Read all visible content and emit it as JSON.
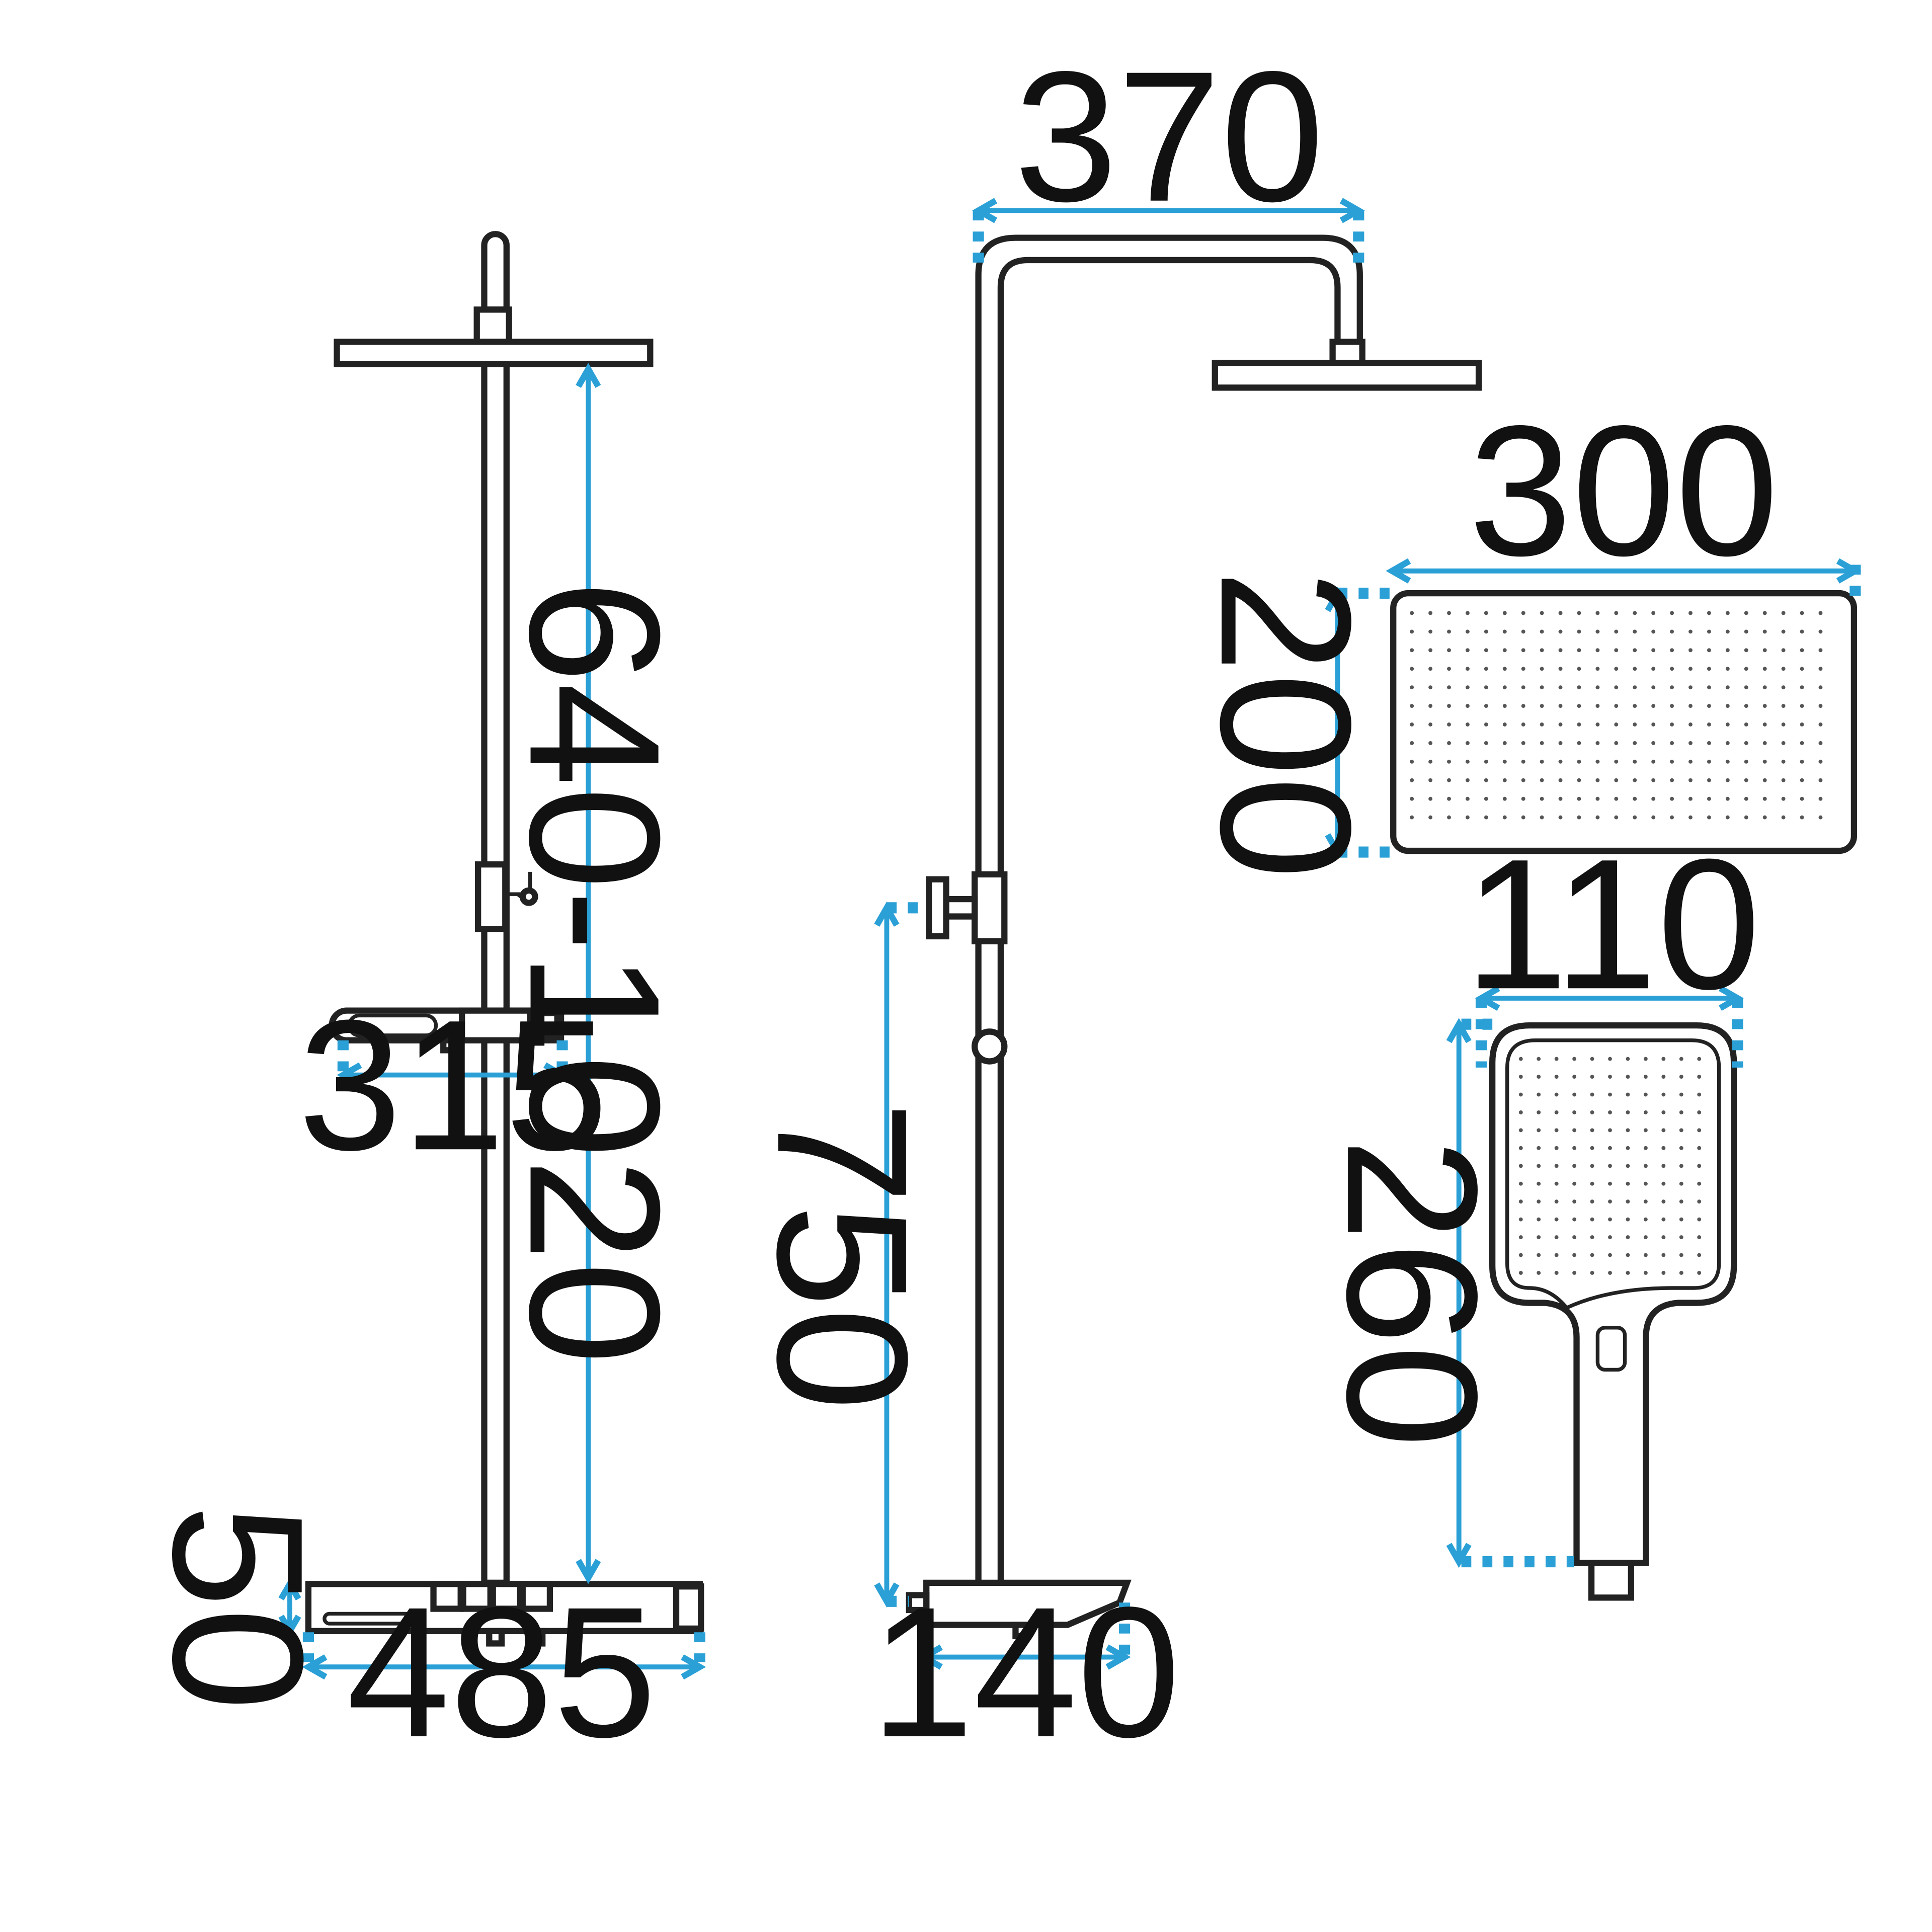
{
  "dimensions": {
    "front_rail_height": "640-1020",
    "shelf_width": "315",
    "mixer_height": "50",
    "mixer_width": "485",
    "arm_reach": "370",
    "mixer_to_valve_height": "750",
    "mixer_depth": "140",
    "head_width": "300",
    "head_depth": "200",
    "hand_width": "110",
    "hand_length": "260"
  },
  "colors": {
    "dimension_line": "#2aa0d6",
    "outline": "#222222",
    "text": "#111111"
  }
}
